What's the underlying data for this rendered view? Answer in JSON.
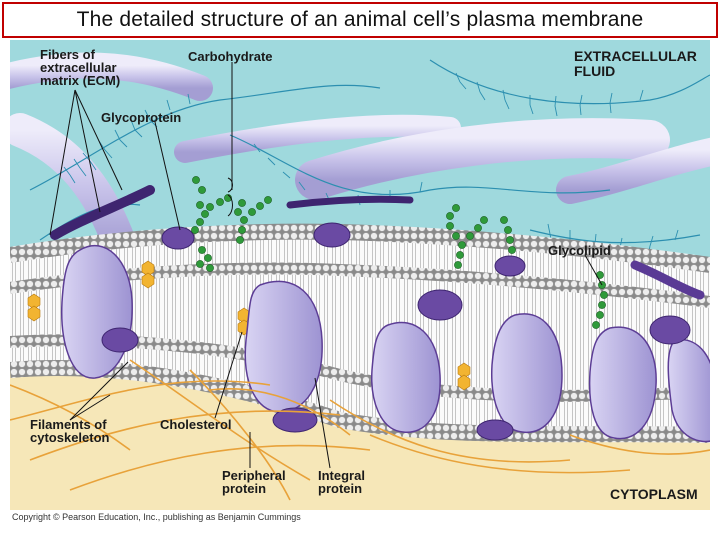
{
  "title": "The detailed structure of an animal cell’s plasma membrane",
  "labels": {
    "ecm_fibers": [
      "Fibers of",
      "extracellular",
      "matrix (ECM)"
    ],
    "carbohydrate": "Carbohydrate",
    "extracellular_fluid": [
      "EXTRACELLULAR",
      "FLUID"
    ],
    "glycoprotein": "Glycoprotein",
    "glycolipid": "Glycolipid",
    "cytoskeleton_filaments": [
      "Filaments of",
      "cytoskeleton"
    ],
    "cholesterol": "Cholesterol",
    "peripheral_protein": [
      "Peripheral",
      "protein"
    ],
    "integral_protein": [
      "Integral",
      "protein"
    ],
    "cytoplasm": "CYTOPLASM"
  },
  "copyright": "Copyright © Pearson Education, Inc., publishing as Benjamin Cummings",
  "colors": {
    "title_border": "#c00000",
    "extracellular_fluid": "#9fd9dd",
    "cytoplasm": "#f6e7b8",
    "phospholipid_head": "#e4e4e4",
    "protein": "#b7aee0",
    "protein_shadow": "#5c3d95",
    "carbohydrate_chain": "#2f9a3a",
    "ecm_fiber": "#cbc7eb",
    "cholesterol": "#f2b431",
    "cytoskeleton": "#e8a23a",
    "proteoglycan": "#2c8fb0"
  }
}
